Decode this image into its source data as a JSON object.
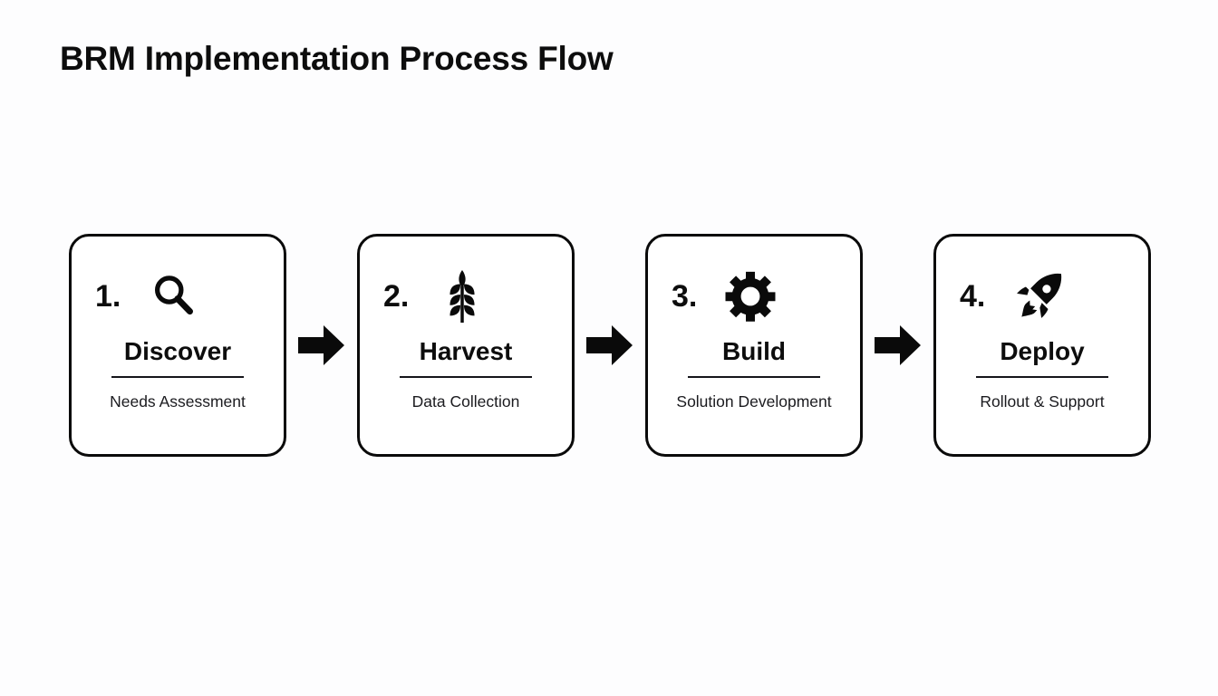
{
  "page": {
    "title": "BRM Implementation Process Flow",
    "background_color": "#fdfdfe",
    "ink_color": "#0d0d0d"
  },
  "flow": {
    "connector_icon": "arrow-right-icon",
    "steps": [
      {
        "number": "1.",
        "icon": "magnifier-icon",
        "title": "Discover",
        "subtitle": "Needs Assessment"
      },
      {
        "number": "2.",
        "icon": "wheat-icon",
        "title": "Harvest",
        "subtitle": "Data Collection"
      },
      {
        "number": "3.",
        "icon": "gear-icon",
        "title": "Build",
        "subtitle": "Solution Development"
      },
      {
        "number": "4.",
        "icon": "rocket-icon",
        "title": "Deploy",
        "subtitle": "Rollout & Support"
      }
    ]
  }
}
